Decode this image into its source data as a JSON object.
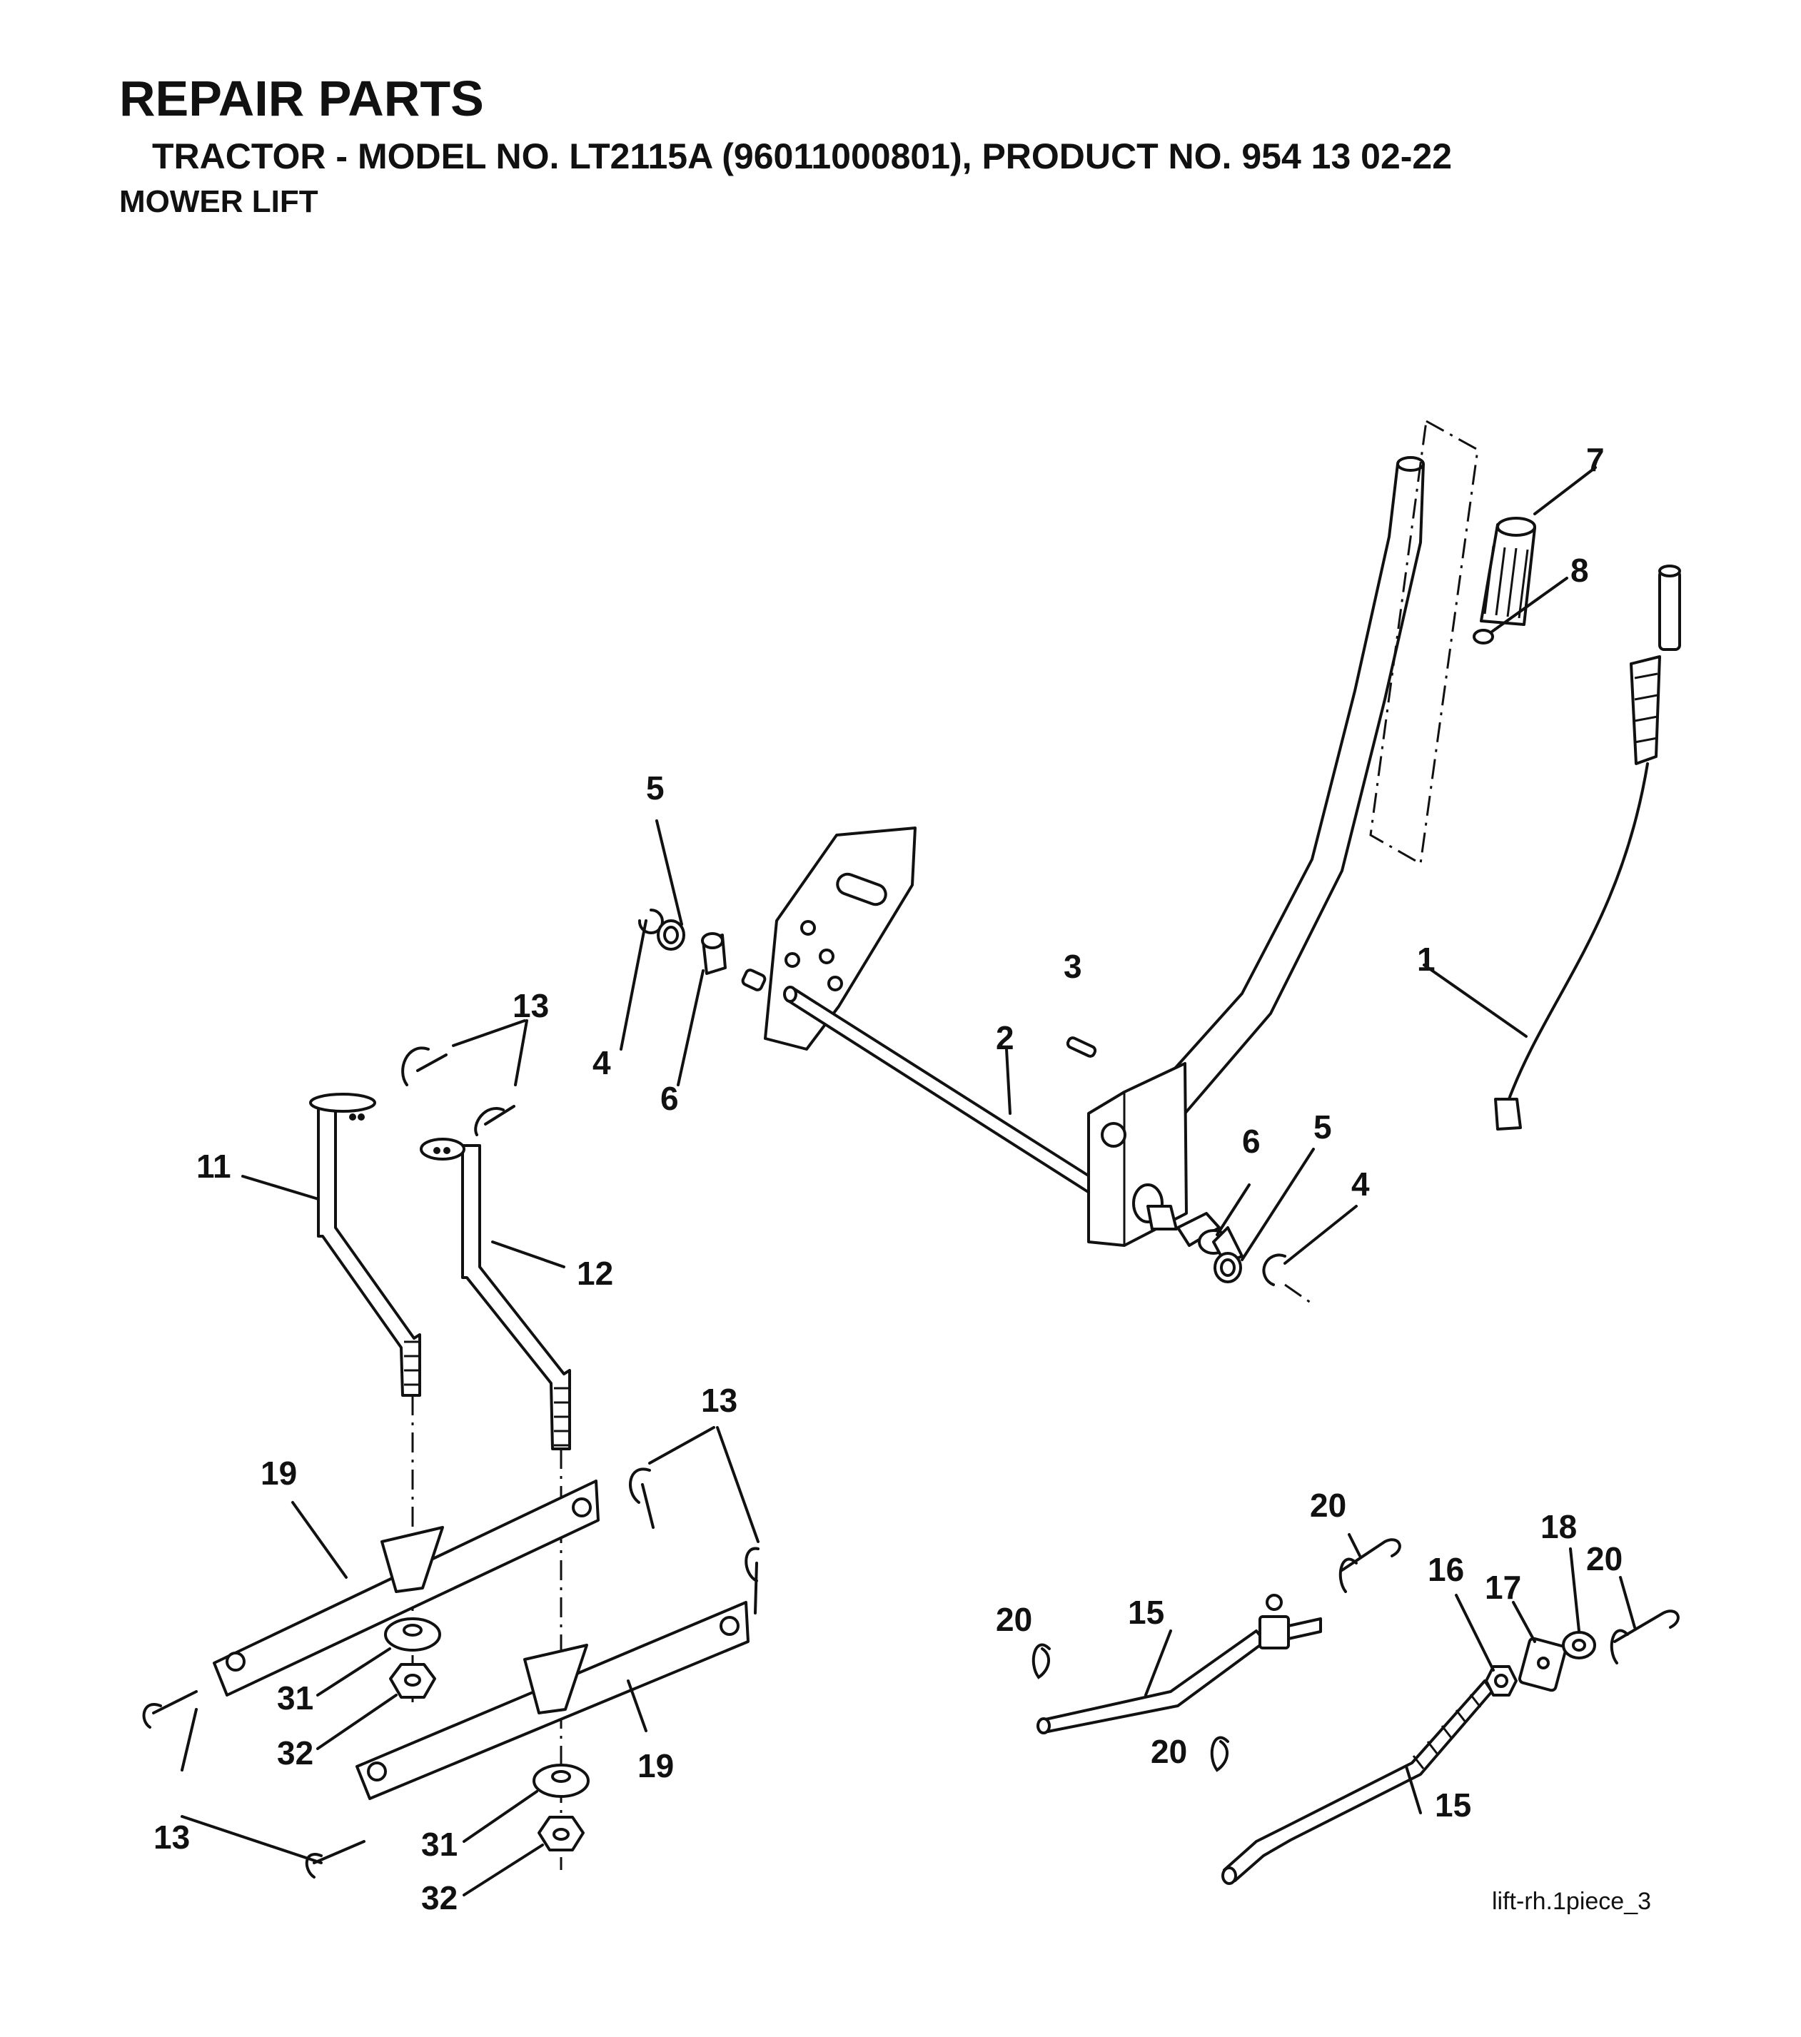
{
  "header": {
    "title": "REPAIR PARTS",
    "subtitle": "TRACTOR - MODEL NO. LT2115A (96011000801), PRODUCT NO. 954 13 02-22",
    "section": "MOWER LIFT"
  },
  "callouts": {
    "c1": "1",
    "c2": "2",
    "c3": "3",
    "c4a": "4",
    "c4b": "4",
    "c5a": "5",
    "c5b": "5",
    "c6a": "6",
    "c6b": "6",
    "c7": "7",
    "c8": "8",
    "c11": "11",
    "c12": "12",
    "c13a": "13",
    "c13b": "13",
    "c13c": "13",
    "c15a": "15",
    "c15b": "15",
    "c16": "16",
    "c17": "17",
    "c18": "18",
    "c19a": "19",
    "c19b": "19",
    "c20a": "20",
    "c20b": "20",
    "c20c": "20",
    "c20d": "20",
    "c31a": "31",
    "c31b": "31",
    "c32a": "32",
    "c32b": "32"
  },
  "figure_id": "lift-rh.1piece_3"
}
